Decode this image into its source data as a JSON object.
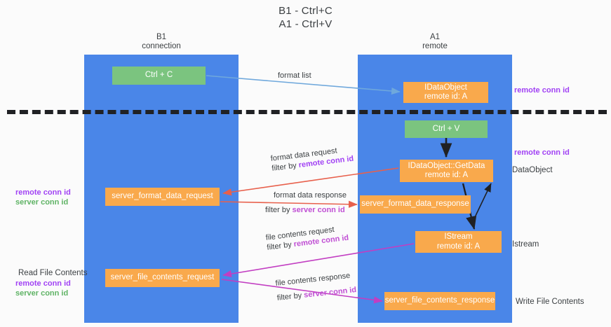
{
  "title": "B1 - Ctrl+C\nA1 - Ctrl+V",
  "title_line1": "B1 - Ctrl+C",
  "title_line2": "A1 - Ctrl+V",
  "lanes": [
    {
      "id": "b1",
      "name": "B1",
      "role": "connection",
      "color": "#4a86e8"
    },
    {
      "id": "a1",
      "name": "A1",
      "role": "remote",
      "color": "#4a86e8"
    }
  ],
  "colors": {
    "lane": "#4a86e8",
    "green_box": "#7bc47f",
    "orange_box": "#f9a94c",
    "remote_conn_id": "#a142f4",
    "server_conn_id": "#5fb365",
    "server_conn_id_label": "#c04fd4",
    "arrow_format_list": "#6fa8dc",
    "arrow_format_data": "#e8604c",
    "arrow_file_contents": "#c23ec2",
    "arrow_internal": "#202124",
    "divider": "#202124",
    "background": "#fbfbfb"
  },
  "boxes": {
    "ctrl_c": "Ctrl + C",
    "idataobject": "IDataObject\nremote id: A",
    "ctrl_v": "Ctrl + V",
    "getdata": "IDataObject::GetData\nremote id: A",
    "server_format_data_request": "server_format_data_request",
    "server_format_data_response": "server_format_data_response",
    "istream": "IStream\nremote id: A",
    "server_file_contents_request": "server_file_contents_request",
    "server_file_contents_response": "server_file_contents_response"
  },
  "edge_labels": {
    "format_list": "format list",
    "format_data_request": "format data request",
    "format_data_request_filter_prefix": "filter by ",
    "format_data_request_filter_key": "remote conn id",
    "format_data_response": "format data response",
    "format_data_response_filter_prefix": "filter by ",
    "format_data_response_filter_key": "server conn id",
    "file_contents_request": "file contents request",
    "file_contents_request_filter_prefix": "filter by ",
    "file_contents_request_filter_key": "remote conn id",
    "file_contents_response": "file contents response",
    "file_contents_response_filter_prefix": "filter by ",
    "file_contents_response_filter_key": "server conn id"
  },
  "annotations": {
    "right_dataobject": "DataObject",
    "right_istream": "Istream",
    "right_write_file_contents": "Write File Contents",
    "left_read_file_contents": "Read File Contents",
    "conn_top_right_1": "remote conn id",
    "conn_top_right_2": "remote conn id",
    "conn_left_remote_1": "remote conn id",
    "conn_left_server_1": "server conn id",
    "conn_left_remote_2": "remote conn id",
    "conn_left_server_2": "server conn id"
  }
}
